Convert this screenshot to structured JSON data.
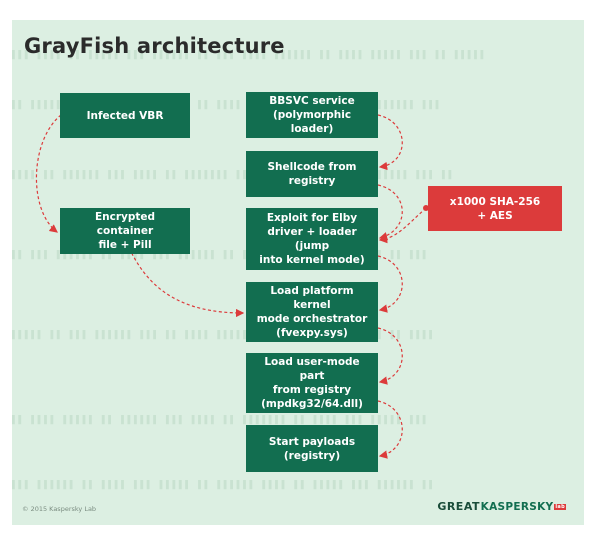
{
  "title": "GrayFish architecture",
  "left_boxes": {
    "infected_vbr": "Infected VBR",
    "encrypted_container": "Encrypted container\nfile + Pill"
  },
  "center_boxes": {
    "bbsvc": "BBSVC service\n(polymorphic loader)",
    "shellcode": "Shellcode from\nregistry",
    "exploit": "Exploit for Elby\ndriver + loader (jump\ninto kernel mode)",
    "kernel": "Load platform kernel\nmode orchestrator\n(fvexpy.sys)",
    "usermode": "Load user-mode part\nfrom registry\n(mpdkg32/64.dll)",
    "payloads": "Start payloads\n(registry)"
  },
  "side_box": {
    "sha": "x1000 SHA-256\n+ AES"
  },
  "footer": {
    "copyright": "© 2015 Kaspersky Lab",
    "great": "GREAT",
    "kaspersky": "KASPERSKY"
  },
  "colors": {
    "box_green": "#126e50",
    "box_red": "#dc3b3b",
    "arrow_red": "#dc3b3b",
    "background": "#dcefe2"
  }
}
